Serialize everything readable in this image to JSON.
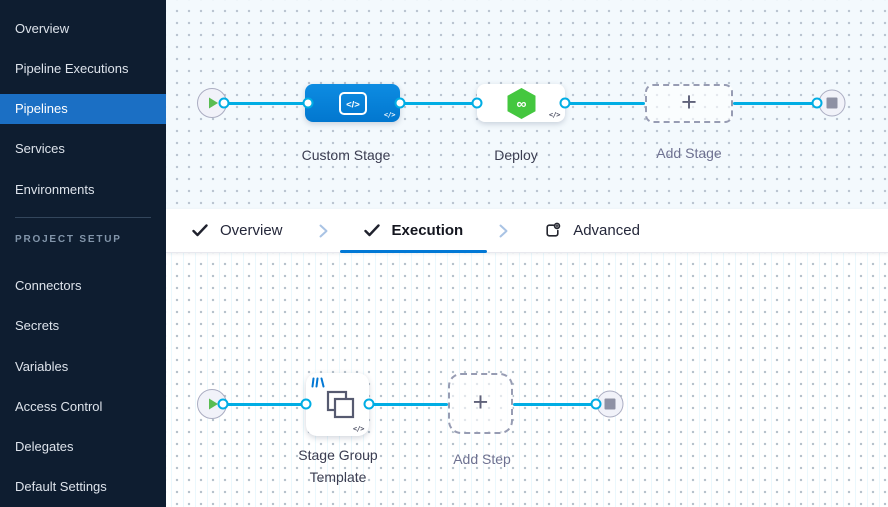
{
  "sidebar": {
    "section_label": "PROJECT SETUP",
    "items": [
      {
        "label": "Overview",
        "active": false
      },
      {
        "label": "Pipeline Executions",
        "active": false
      },
      {
        "label": "Pipelines",
        "active": true
      },
      {
        "label": "Services",
        "active": false
      },
      {
        "label": "Environments",
        "active": false
      }
    ],
    "setup_items": [
      {
        "label": "Connectors"
      },
      {
        "label": "Secrets"
      },
      {
        "label": "Variables"
      },
      {
        "label": "Access Control"
      },
      {
        "label": "Delegates"
      },
      {
        "label": "Default Settings"
      }
    ]
  },
  "tabs": {
    "overview": {
      "label": "Overview",
      "checked": true
    },
    "execution": {
      "label": "Execution",
      "checked": true,
      "active": true
    },
    "advanced": {
      "label": "Advanced"
    }
  },
  "stage_canvas": {
    "custom_stage": {
      "label": "Custom Stage"
    },
    "deploy": {
      "label": "Deploy"
    },
    "add_stage": {
      "label": "Add Stage"
    }
  },
  "execution_canvas": {
    "stage_group_template": {
      "label": "Stage Group Template"
    },
    "add_step": {
      "label": "Add Step"
    }
  },
  "icons": {
    "plus": "+",
    "code_badge": "</>",
    "custom_stage_glyph": "</>",
    "infinity": "∞"
  },
  "colors": {
    "sidebar-bg": "#0e1d30",
    "nav-active": "#1b6fc4",
    "accent": "#0278d5",
    "connector": "#00ade4",
    "canvas-top-bg": "#f3f9fd",
    "play-green": "#5abd52",
    "deploy-green": "#44c73f"
  }
}
